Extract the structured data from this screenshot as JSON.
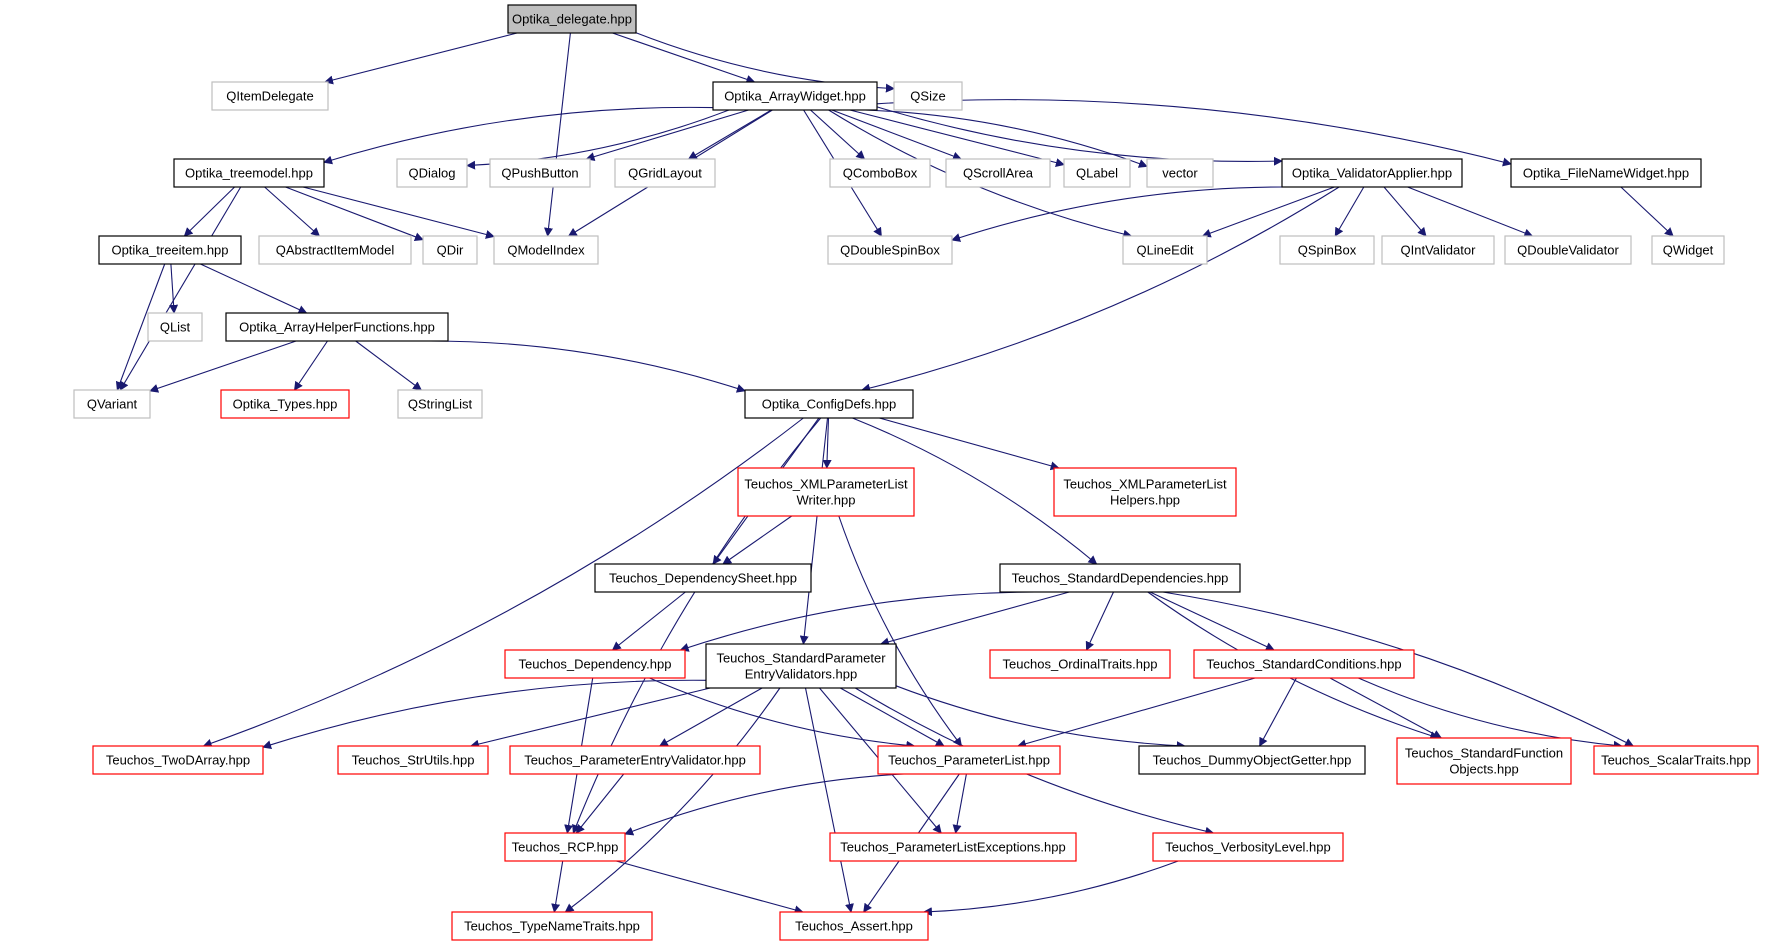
{
  "colors": {
    "edge": "#191970",
    "documented_border": "#000000",
    "undocumented_border": "#ff0000",
    "system_border": "#bfbfbf",
    "root_fill": "#bfbfbf"
  },
  "nodes": [
    {
      "id": "root",
      "lines": [
        "Optika_delegate.hpp"
      ],
      "style": "root"
    },
    {
      "id": "qitemdelegate",
      "lines": [
        "QItemDelegate"
      ],
      "style": "sys"
    },
    {
      "id": "arraywidget",
      "lines": [
        "Optika_ArrayWidget.hpp"
      ],
      "style": "doc"
    },
    {
      "id": "qsize",
      "lines": [
        "QSize"
      ],
      "style": "sys"
    },
    {
      "id": "treemodel",
      "lines": [
        "Optika_treemodel.hpp"
      ],
      "style": "doc"
    },
    {
      "id": "qdialog",
      "lines": [
        "QDialog"
      ],
      "style": "sys"
    },
    {
      "id": "qpushbutton",
      "lines": [
        "QPushButton"
      ],
      "style": "sys"
    },
    {
      "id": "qgridlayout",
      "lines": [
        "QGridLayout"
      ],
      "style": "sys"
    },
    {
      "id": "qcombobox",
      "lines": [
        "QComboBox"
      ],
      "style": "sys"
    },
    {
      "id": "qscrollarea",
      "lines": [
        "QScrollArea"
      ],
      "style": "sys"
    },
    {
      "id": "qlabel",
      "lines": [
        "QLabel"
      ],
      "style": "sys"
    },
    {
      "id": "vector",
      "lines": [
        "vector"
      ],
      "style": "sys"
    },
    {
      "id": "validatorapplier",
      "lines": [
        "Optika_ValidatorApplier.hpp"
      ],
      "style": "doc"
    },
    {
      "id": "filenamewidget",
      "lines": [
        "Optika_FileNameWidget.hpp"
      ],
      "style": "doc"
    },
    {
      "id": "treeitem",
      "lines": [
        "Optika_treeitem.hpp"
      ],
      "style": "doc"
    },
    {
      "id": "qabstractitemmodel",
      "lines": [
        "QAbstractItemModel"
      ],
      "style": "sys"
    },
    {
      "id": "qdir",
      "lines": [
        "QDir"
      ],
      "style": "sys"
    },
    {
      "id": "qmodelindex",
      "lines": [
        "QModelIndex"
      ],
      "style": "sys"
    },
    {
      "id": "qdoublespinbox",
      "lines": [
        "QDoubleSpinBox"
      ],
      "style": "sys"
    },
    {
      "id": "qlineedit",
      "lines": [
        "QLineEdit"
      ],
      "style": "sys"
    },
    {
      "id": "qspinbox",
      "lines": [
        "QSpinBox"
      ],
      "style": "sys"
    },
    {
      "id": "qintvalidator",
      "lines": [
        "QIntValidator"
      ],
      "style": "sys"
    },
    {
      "id": "qdoublevalidator",
      "lines": [
        "QDoubleValidator"
      ],
      "style": "sys"
    },
    {
      "id": "qwidget",
      "lines": [
        "QWidget"
      ],
      "style": "sys"
    },
    {
      "id": "qlist",
      "lines": [
        "QList"
      ],
      "style": "sys"
    },
    {
      "id": "arrayhelper",
      "lines": [
        "Optika_ArrayHelperFunctions.hpp"
      ],
      "style": "doc"
    },
    {
      "id": "qvariant",
      "lines": [
        "QVariant"
      ],
      "style": "sys"
    },
    {
      "id": "types",
      "lines": [
        "Optika_Types.hpp"
      ],
      "style": "nodoc"
    },
    {
      "id": "qstringlist",
      "lines": [
        "QStringList"
      ],
      "style": "sys"
    },
    {
      "id": "configdefs",
      "lines": [
        "Optika_ConfigDefs.hpp"
      ],
      "style": "doc"
    },
    {
      "id": "xmlwriter",
      "lines": [
        "Teuchos_XMLParameterList",
        "Writer.hpp"
      ],
      "style": "nodoc"
    },
    {
      "id": "xmlhelpers",
      "lines": [
        "Teuchos_XMLParameterList",
        "Helpers.hpp"
      ],
      "style": "nodoc"
    },
    {
      "id": "depsheet",
      "lines": [
        "Teuchos_DependencySheet.hpp"
      ],
      "style": "doc"
    },
    {
      "id": "stddeps",
      "lines": [
        "Teuchos_StandardDependencies.hpp"
      ],
      "style": "doc"
    },
    {
      "id": "dependency",
      "lines": [
        "Teuchos_Dependency.hpp"
      ],
      "style": "nodoc"
    },
    {
      "id": "stdparamval",
      "lines": [
        "Teuchos_StandardParameter",
        "EntryValidators.hpp"
      ],
      "style": "doc"
    },
    {
      "id": "ordinaltraits",
      "lines": [
        "Teuchos_OrdinalTraits.hpp"
      ],
      "style": "nodoc"
    },
    {
      "id": "stdconditions",
      "lines": [
        "Teuchos_StandardConditions.hpp"
      ],
      "style": "nodoc"
    },
    {
      "id": "twodarray",
      "lines": [
        "Teuchos_TwoDArray.hpp"
      ],
      "style": "nodoc"
    },
    {
      "id": "strutils",
      "lines": [
        "Teuchos_StrUtils.hpp"
      ],
      "style": "nodoc"
    },
    {
      "id": "paramentryval",
      "lines": [
        "Teuchos_ParameterEntryValidator.hpp"
      ],
      "style": "nodoc"
    },
    {
      "id": "paramlist",
      "lines": [
        "Teuchos_ParameterList.hpp"
      ],
      "style": "nodoc"
    },
    {
      "id": "dummygetter",
      "lines": [
        "Teuchos_DummyObjectGetter.hpp"
      ],
      "style": "doc"
    },
    {
      "id": "stdfuncobj",
      "lines": [
        "Teuchos_StandardFunction",
        "Objects.hpp"
      ],
      "style": "nodoc"
    },
    {
      "id": "scalartraits",
      "lines": [
        "Teuchos_ScalarTraits.hpp"
      ],
      "style": "nodoc"
    },
    {
      "id": "rcp",
      "lines": [
        "Teuchos_RCP.hpp"
      ],
      "style": "nodoc"
    },
    {
      "id": "paramlistexc",
      "lines": [
        "Teuchos_ParameterListExceptions.hpp"
      ],
      "style": "nodoc"
    },
    {
      "id": "verbosity",
      "lines": [
        "Teuchos_VerbosityLevel.hpp"
      ],
      "style": "nodoc"
    },
    {
      "id": "typenametraits",
      "lines": [
        "Teuchos_TypeNameTraits.hpp"
      ],
      "style": "nodoc"
    },
    {
      "id": "assert",
      "lines": [
        "Teuchos_Assert.hpp"
      ],
      "style": "nodoc"
    }
  ],
  "edges": [
    [
      "root",
      "qitemdelegate"
    ],
    [
      "root",
      "arraywidget"
    ],
    [
      "root",
      "qsize"
    ],
    [
      "root",
      "qmodelindex"
    ],
    [
      "arraywidget",
      "treemodel"
    ],
    [
      "arraywidget",
      "qdialog"
    ],
    [
      "arraywidget",
      "qpushbutton"
    ],
    [
      "arraywidget",
      "qgridlayout"
    ],
    [
      "arraywidget",
      "qcombobox"
    ],
    [
      "arraywidget",
      "qscrollarea"
    ],
    [
      "arraywidget",
      "qlabel"
    ],
    [
      "arraywidget",
      "vector"
    ],
    [
      "arraywidget",
      "validatorapplier"
    ],
    [
      "arraywidget",
      "filenamewidget"
    ],
    [
      "arraywidget",
      "qmodelindex"
    ],
    [
      "arraywidget",
      "qdoublespinbox"
    ],
    [
      "arraywidget",
      "qlineedit"
    ],
    [
      "treemodel",
      "treeitem"
    ],
    [
      "treemodel",
      "qabstractitemmodel"
    ],
    [
      "treemodel",
      "qdir"
    ],
    [
      "treemodel",
      "qmodelindex"
    ],
    [
      "treemodel",
      "qvariant"
    ],
    [
      "validatorapplier",
      "qdoublespinbox"
    ],
    [
      "validatorapplier",
      "qlineedit"
    ],
    [
      "validatorapplier",
      "qspinbox"
    ],
    [
      "validatorapplier",
      "qintvalidator"
    ],
    [
      "validatorapplier",
      "qdoublevalidator"
    ],
    [
      "validatorapplier",
      "configdefs"
    ],
    [
      "filenamewidget",
      "qwidget"
    ],
    [
      "treeitem",
      "qlist"
    ],
    [
      "treeitem",
      "arrayhelper"
    ],
    [
      "treeitem",
      "qvariant"
    ],
    [
      "arrayhelper",
      "qvariant"
    ],
    [
      "arrayhelper",
      "types"
    ],
    [
      "arrayhelper",
      "qstringlist"
    ],
    [
      "arrayhelper",
      "configdefs"
    ],
    [
      "configdefs",
      "xmlwriter"
    ],
    [
      "configdefs",
      "xmlhelpers"
    ],
    [
      "configdefs",
      "depsheet"
    ],
    [
      "configdefs",
      "stddeps"
    ],
    [
      "configdefs",
      "stdparamval"
    ],
    [
      "configdefs",
      "twodarray"
    ],
    [
      "configdefs",
      "rcp"
    ],
    [
      "xmlwriter",
      "depsheet"
    ],
    [
      "xmlwriter",
      "paramlist"
    ],
    [
      "depsheet",
      "dependency"
    ],
    [
      "stddeps",
      "dependency"
    ],
    [
      "stddeps",
      "stdparamval"
    ],
    [
      "stddeps",
      "ordinaltraits"
    ],
    [
      "stddeps",
      "stdconditions"
    ],
    [
      "stddeps",
      "stdfuncobj"
    ],
    [
      "stddeps",
      "scalartraits"
    ],
    [
      "dependency",
      "paramlist"
    ],
    [
      "dependency",
      "rcp"
    ],
    [
      "stdparamval",
      "twodarray"
    ],
    [
      "stdparamval",
      "strutils"
    ],
    [
      "stdparamval",
      "paramentryval"
    ],
    [
      "stdparamval",
      "paramlist"
    ],
    [
      "stdparamval",
      "dummygetter"
    ],
    [
      "stdparamval",
      "paramlistexc"
    ],
    [
      "stdparamval",
      "verbosity"
    ],
    [
      "stdparamval",
      "typenametraits"
    ],
    [
      "stdparamval",
      "assert"
    ],
    [
      "stdconditions",
      "paramlist"
    ],
    [
      "stdconditions",
      "dummygetter"
    ],
    [
      "stdconditions",
      "stdfuncobj"
    ],
    [
      "stdconditions",
      "scalartraits"
    ],
    [
      "paramentryval",
      "rcp"
    ],
    [
      "paramlist",
      "rcp"
    ],
    [
      "paramlist",
      "paramlistexc"
    ],
    [
      "paramlist",
      "assert"
    ],
    [
      "verbosity",
      "assert"
    ],
    [
      "rcp",
      "typenametraits"
    ],
    [
      "rcp",
      "assert"
    ]
  ]
}
